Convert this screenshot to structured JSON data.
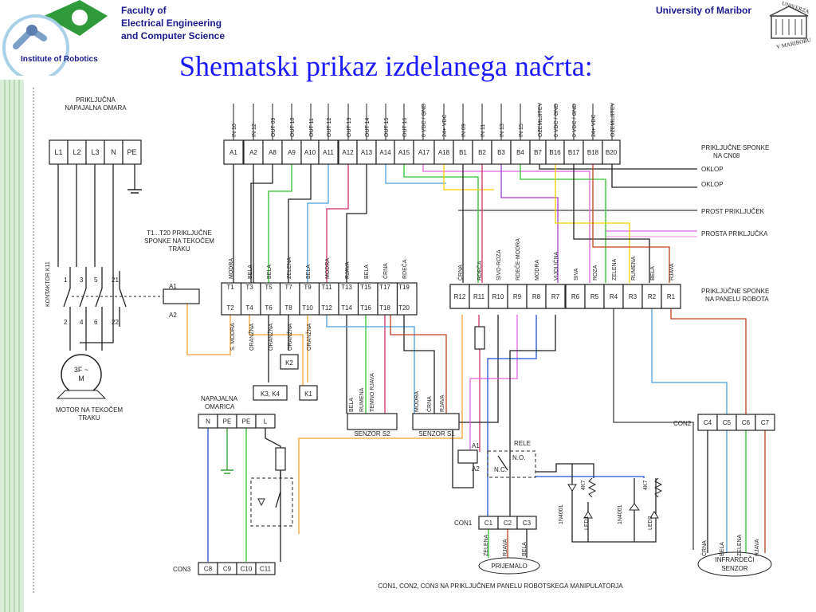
{
  "header": {
    "faculty_lines": [
      "Faculty of",
      "Electrical Engineering",
      "and Computer Science"
    ],
    "institute": "Institute of Robotics",
    "university": "University of Maribor",
    "seal_text_top": "UNIVERZA",
    "seal_text_bottom": "V MARIBORU"
  },
  "title": "Shematski prikaz izdelanega načrta:",
  "mains": {
    "label": [
      "PRIKLJUČNA",
      "NAPAJALNA OMARA"
    ],
    "terminals": [
      "L1",
      "L2",
      "L3",
      "N",
      "PE"
    ]
  },
  "contactor": {
    "label": "KONTAKTOR K11",
    "top_numbers": [
      "1",
      "3",
      "5",
      "21"
    ],
    "bottom_numbers": [
      "2",
      "4",
      "6",
      "22"
    ],
    "coil_top": "A1",
    "coil_bottom": "A2"
  },
  "motor": {
    "symbol": [
      "3F ~",
      "M"
    ],
    "label": [
      "MOTOR NA TEKOČEM",
      "TRAKU"
    ]
  },
  "t_label": [
    "T1...T20 PRIKLJUČNE",
    "SPONKE NA TEKOČEM",
    "TRAKU"
  ],
  "cn08": {
    "top_labels": [
      "IN 10",
      "IN 12",
      "OUT 09",
      "OUT 10",
      "OUT 11",
      "OUT 12",
      "OUT 13",
      "OUT 14",
      "OUT 15",
      "OUT 16",
      "0 VDC / GND",
      "24+ VDC",
      "IN 09",
      "IN 11",
      "IN 13",
      "IN 15",
      "OZEMLJITEV",
      "0 VDC / GND",
      "0 VDC / GND",
      "24+ VDC",
      "OZEMLJITEV"
    ],
    "terminals": [
      "A1",
      "A2",
      "A8",
      "A9",
      "A10",
      "A11",
      "A12",
      "A13",
      "A14",
      "A15",
      "A17",
      "A18",
      "B1",
      "B2",
      "B3",
      "B4",
      "B7",
      "B16",
      "B17",
      "B18",
      "B20"
    ],
    "label": [
      "PRIKLJUČNE SPONKE",
      "NA CN08"
    ]
  },
  "right_labels": [
    "OKLOP",
    "OKLOP",
    "PROST PRIKLJUČEK",
    "PROSTA PRIKLJUČKA"
  ],
  "t_block": {
    "top_labels": [
      "MODRA",
      "BELA",
      "BELA",
      "ZELENA",
      "BELA",
      "MODRA",
      "RJAVA",
      "BELA",
      "ČRNA",
      "RDEČA"
    ],
    "top_terms": [
      "T1",
      "T3",
      "T5",
      "T7",
      "T9",
      "T11",
      "T13",
      "T15",
      "T17",
      "T19"
    ],
    "bottom_terms": [
      "T2",
      "T4",
      "T6",
      "T8",
      "T10",
      "T12",
      "T14",
      "T16",
      "T18",
      "T20"
    ],
    "bottom_labels": [
      "S. MODRA",
      "ORANŽNA",
      "ORANŽNA",
      "ORANŽNA",
      "ORANŽNA"
    ]
  },
  "relays": [
    "K2",
    "K3, K4",
    "K1"
  ],
  "sensor_s2": {
    "wires": [
      "BELA",
      "RUMENA",
      "TEMNO RJAVA"
    ],
    "label": "SENZOR S2"
  },
  "sensor_s1": {
    "wires": [
      "MODRA",
      "ČRNA",
      "RJAVA"
    ],
    "label": "SENZOR S1"
  },
  "r_block": {
    "top_labels": [
      "ČRNA",
      "RDEČA",
      "SIVO-ROZA",
      "RDEČE-MODRA",
      "MODRA",
      "VIJOLIČNA",
      "SIVA",
      "ROZA",
      "ZELENA",
      "RUMENA",
      "BELA",
      "RJAVA"
    ],
    "terms": [
      "R12",
      "R11",
      "R10",
      "R9",
      "R8",
      "R7",
      "R6",
      "R5",
      "R4",
      "R3",
      "R2",
      "R1"
    ],
    "label": [
      "PRIKLJUČNE SPONKE",
      "NA PANELU ROBOTA"
    ]
  },
  "supply": {
    "label": [
      "NAPAJALNA",
      "OMARICA"
    ],
    "terms": [
      "N",
      "PE",
      "PE",
      "L"
    ]
  },
  "con3": {
    "label": "CON3",
    "terms": [
      "C8",
      "C9",
      "C10",
      "C11"
    ]
  },
  "con2": {
    "label": "CON2",
    "terms": [
      "C4",
      "C5",
      "C6",
      "C7"
    ],
    "wires": [
      "ČRNA",
      "BELA",
      "ZELENA",
      "RJAVA"
    ]
  },
  "con1": {
    "label": "CON1",
    "terms": [
      "C1",
      "C2",
      "C3"
    ],
    "wires": [
      "ZELENA",
      "RJAVA",
      "BELA"
    ]
  },
  "relay_box": {
    "label": "RELE",
    "a1": "A1",
    "a2": "A2",
    "no": "N.O.",
    "nc": "N.C."
  },
  "leds": {
    "diode1": "1N4001",
    "res1": "4K7",
    "led1": "LED1",
    "diode2": "1N4001",
    "res2": "4K7",
    "led2": "LED2"
  },
  "sensors": {
    "prijemalo": "PRIJEMALO",
    "infra": [
      "INFRARDEČI",
      "SENZOR"
    ]
  },
  "footer": "CON1, CON2, CON3 NA PRIKLJUČNEM PANELU ROBOTSKEGA MANIPULATORJA"
}
